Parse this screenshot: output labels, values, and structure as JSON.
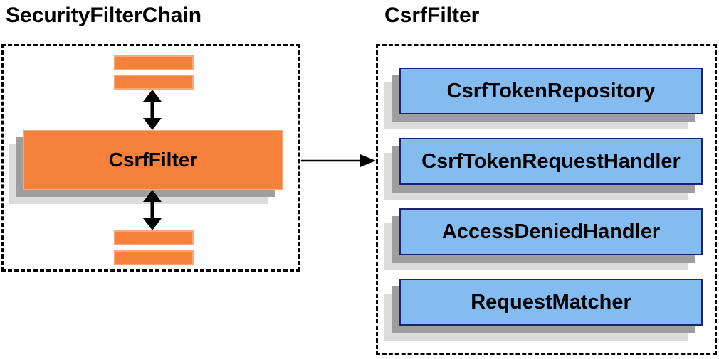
{
  "left_panel": {
    "title": "SecurityFilterChain",
    "node_label": "CsrfFilter"
  },
  "right_panel": {
    "title": "CsrfFilter",
    "components": [
      "CsrfTokenRepository",
      "CsrfTokenRequestHandler",
      "AccessDeniedHandler",
      "RequestMatcher"
    ]
  },
  "colors": {
    "node_orange": "#F5803C",
    "node_orange_border": "#F9A87C",
    "component_blue": "#85BCF0",
    "component_border": "#1A2470",
    "shadow_dark": "#9E9E9E",
    "shadow_light": "#DCDCDC",
    "outline_black": "#000000"
  }
}
